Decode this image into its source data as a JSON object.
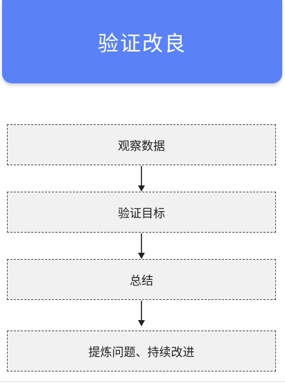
{
  "header": {
    "title": "验证改良",
    "color": "#5a82f6"
  },
  "steps": [
    {
      "label": "观察数据"
    },
    {
      "label": "验证目标"
    },
    {
      "label": "总结"
    },
    {
      "label": "提炼问题、持续改进"
    }
  ]
}
